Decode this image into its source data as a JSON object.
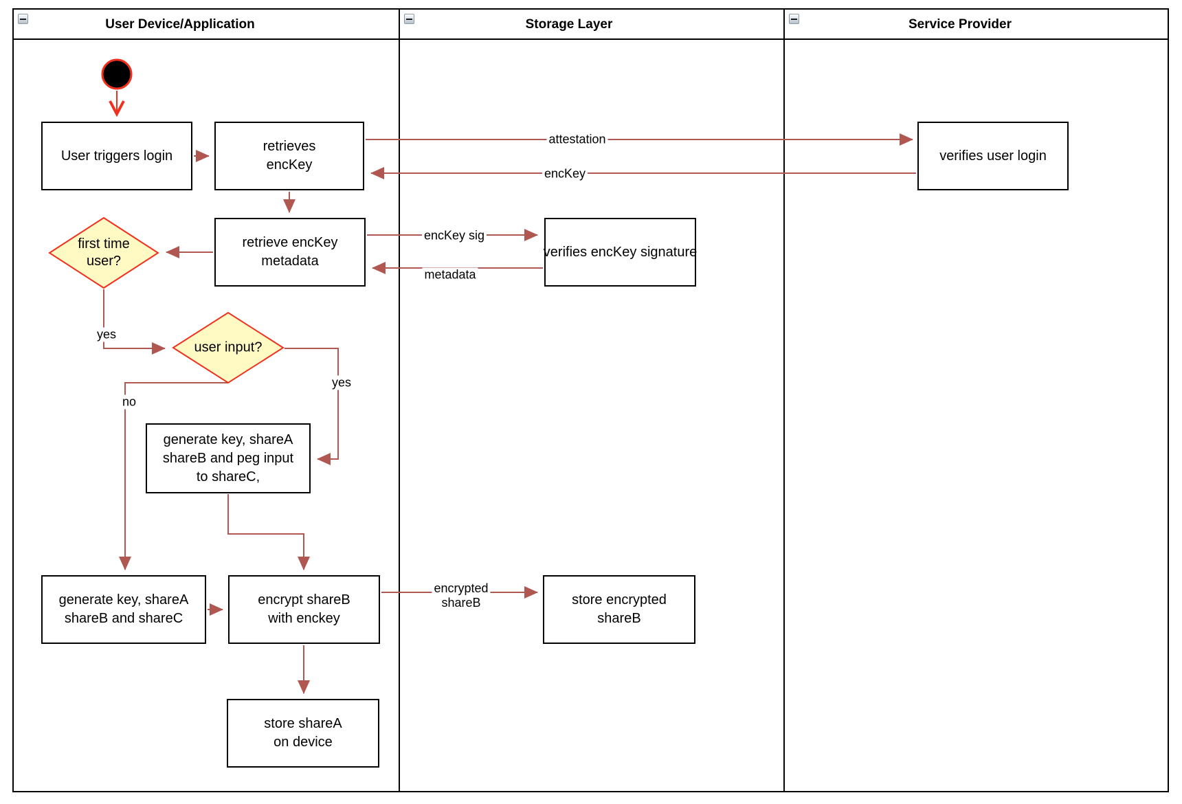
{
  "lanes": [
    {
      "title": "User Device/Application"
    },
    {
      "title": "Storage Layer"
    },
    {
      "title": "Service Provider"
    }
  ],
  "nodes": {
    "user_triggers_login": "User triggers login",
    "retrieves_enckey": "retrieves\nencKey",
    "verifies_user_login": "verifies user login",
    "retrieve_enckey_metadata": "retrieve encKey\nmetadata",
    "first_time_user": "first time\nuser?",
    "verifies_enckey_signature": "verifies encKey signature",
    "user_input": "user input?",
    "generate_key_peg_input": "generate key, shareA\nshareB and peg input\nto shareC,",
    "generate_key_shares": "generate key, shareA\nshareB and shareC",
    "encrypt_shareb": "encrypt shareB\nwith enckey",
    "store_encrypted_shareb": "store encrypted\nshareB",
    "store_sharea": "store shareA\non device"
  },
  "edge_labels": {
    "attestation": "attestation",
    "enckey": "encKey",
    "enckey_sig": "encKey sig",
    "metadata": "metadata",
    "yes_first_time": "yes",
    "yes_user_input": "yes",
    "no_user_input": "no",
    "encrypted_shareb": "encrypted\nshareB"
  },
  "colors": {
    "flow_edge": "#B15751",
    "accent_red": "#F0301C",
    "diamond_fill": "#FFF9C4",
    "node_border": "#000000",
    "node_fill": "#FFFFFF"
  }
}
